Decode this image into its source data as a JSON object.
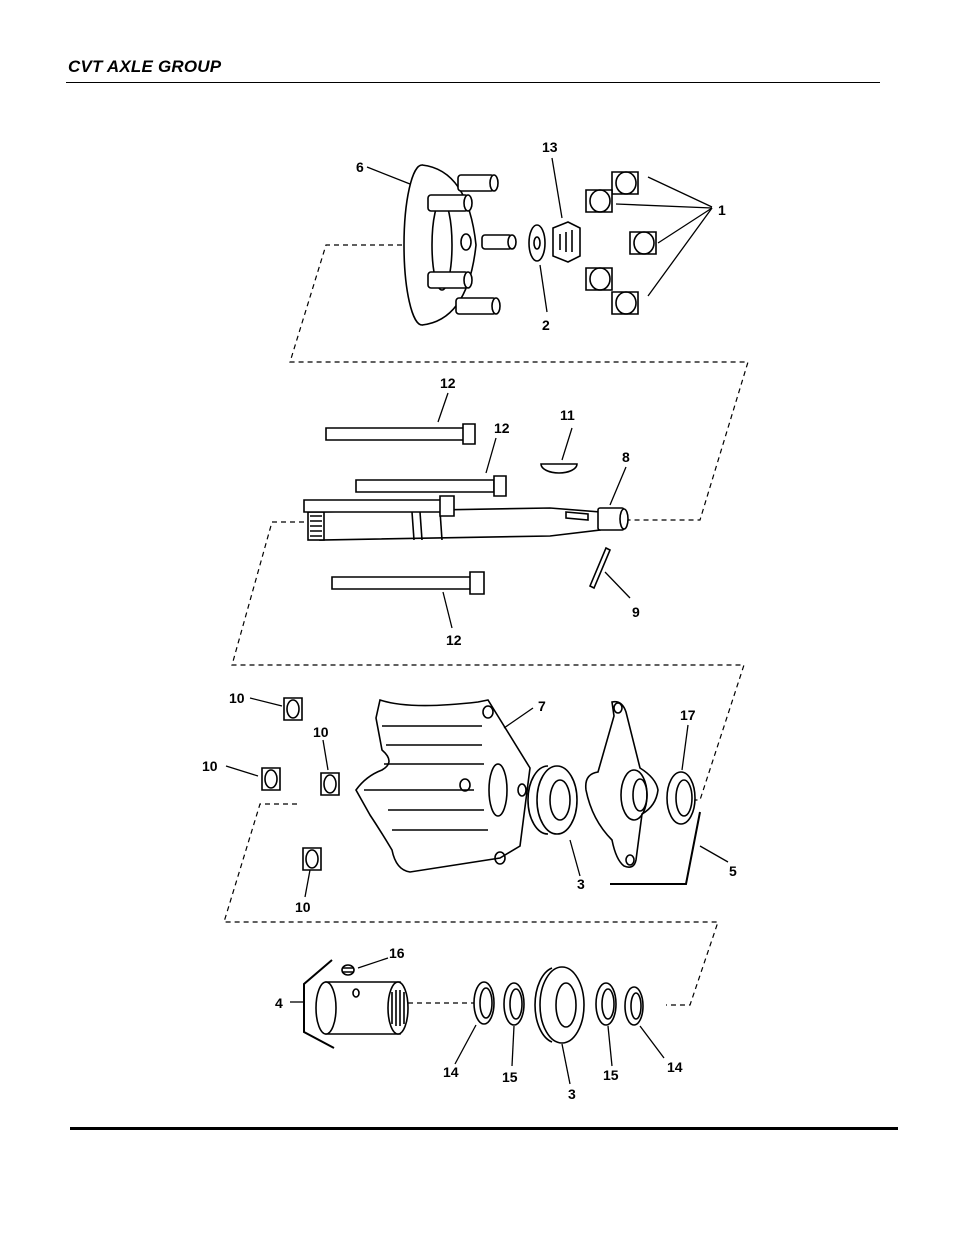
{
  "header": {
    "title": "CVT AXLE GROUP"
  },
  "callouts": [
    "13",
    "1",
    "6",
    "2",
    "12",
    "12",
    "11",
    "8",
    "9",
    "12",
    "10",
    "7",
    "17",
    "10",
    "10",
    "3",
    "5",
    "10",
    "16",
    "4",
    "14",
    "15",
    "3",
    "15",
    "14"
  ]
}
